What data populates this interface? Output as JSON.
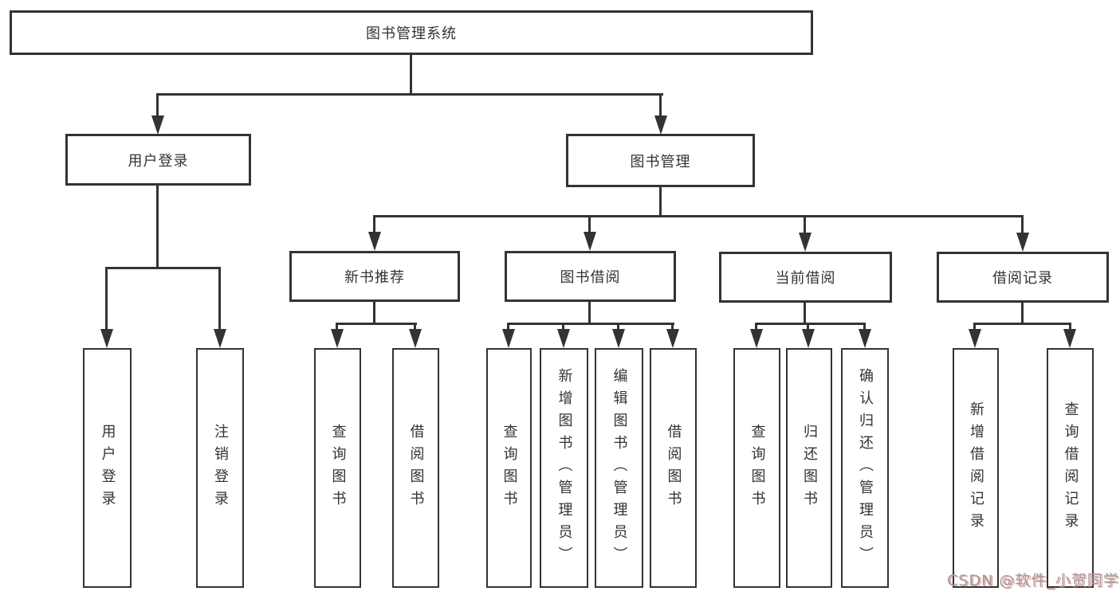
{
  "diagram": {
    "title": "图书管理系统",
    "root": {
      "label": "图书管理系统"
    },
    "branches": [
      {
        "label": "用户登录",
        "children": [
          {
            "label": "用户登录"
          },
          {
            "label": "注销登录"
          }
        ]
      },
      {
        "label": "图书管理",
        "children": [
          {
            "label": "新书推荐",
            "children": [
              {
                "label": "查询图书"
              },
              {
                "label": "借阅图书"
              }
            ]
          },
          {
            "label": "图书借阅",
            "children": [
              {
                "label": "查询图书"
              },
              {
                "label": "新增图书（管理员）"
              },
              {
                "label": "编辑图书（管理员）"
              },
              {
                "label": "借阅图书"
              }
            ]
          },
          {
            "label": "当前借阅",
            "children": [
              {
                "label": "查询图书"
              },
              {
                "label": "归还图书"
              },
              {
                "label": "确认归还（管理员）"
              }
            ]
          },
          {
            "label": "借阅记录",
            "children": [
              {
                "label": "新增借阅记录"
              },
              {
                "label": "查询借阅记录"
              }
            ]
          }
        ]
      }
    ]
  },
  "watermark": {
    "text": "CSDN @软件_小贺同学"
  },
  "colors": {
    "line": "#333333",
    "text": "#333333",
    "background": "#ffffff",
    "watermark": "#9e9e9e"
  }
}
